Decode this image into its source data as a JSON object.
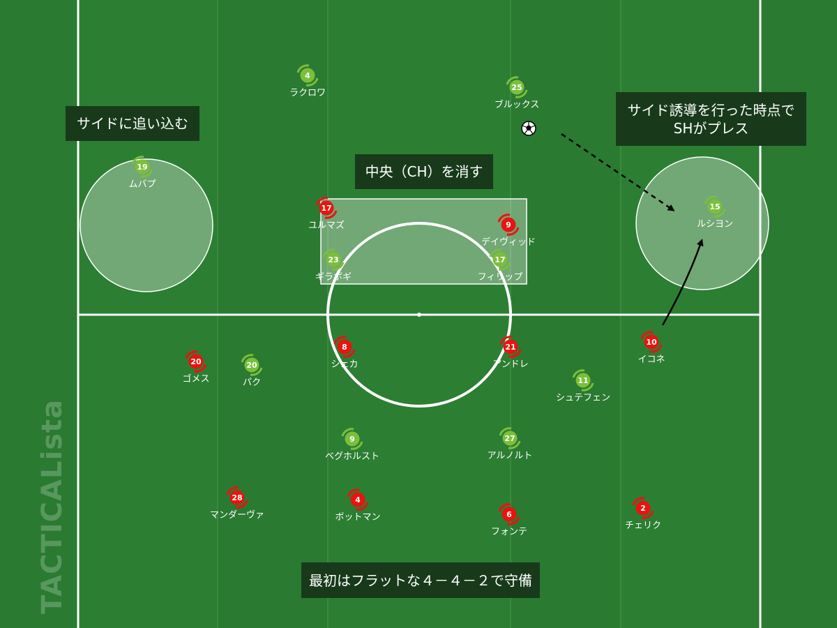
{
  "labels": {
    "side_press": "サイドに追い込む",
    "center_block": "中央（CH）を消す",
    "sh_press_line1": "サイド誘導を行った時点で",
    "sh_press_line2": "SHがプレス",
    "formation": "最初はフラットな４－４－２で守備"
  },
  "watermark": "TACTICALista",
  "colors": {
    "pitch_dark": "#2a7a31",
    "pitch_light": "#2f8236",
    "line": "#ffffff",
    "red_team": "#e8140f",
    "green_team": "#7bbf3a",
    "label_bg": "#183a1b"
  },
  "players": {
    "green": [
      {
        "num": "4",
        "name": "ラクロワ"
      },
      {
        "num": "25",
        "name": "ブルックス"
      },
      {
        "num": "19",
        "name": "ムバプ"
      },
      {
        "num": "15",
        "name": "ルシヨン"
      },
      {
        "num": "23",
        "name": "ギラボギ"
      },
      {
        "num": "17",
        "name": "フィリップ"
      },
      {
        "num": "20",
        "name": "パク"
      },
      {
        "num": "11",
        "name": "シュテフェン"
      },
      {
        "num": "9",
        "name": "ベグホルスト"
      },
      {
        "num": "27",
        "name": "アルノルト"
      }
    ],
    "red": [
      {
        "num": "17",
        "name": "ユルマズ"
      },
      {
        "num": "9",
        "name": "デイヴィッド"
      },
      {
        "num": "8",
        "name": "シェカ"
      },
      {
        "num": "21",
        "name": "アンドレ"
      },
      {
        "num": "10",
        "name": "イコネ"
      },
      {
        "num": "20",
        "name": "ゴメス"
      },
      {
        "num": "28",
        "name": "マンダーヴァ"
      },
      {
        "num": "4",
        "name": "ボットマン"
      },
      {
        "num": "6",
        "name": "フォンテ"
      },
      {
        "num": "2",
        "name": "チェリク"
      }
    ]
  }
}
